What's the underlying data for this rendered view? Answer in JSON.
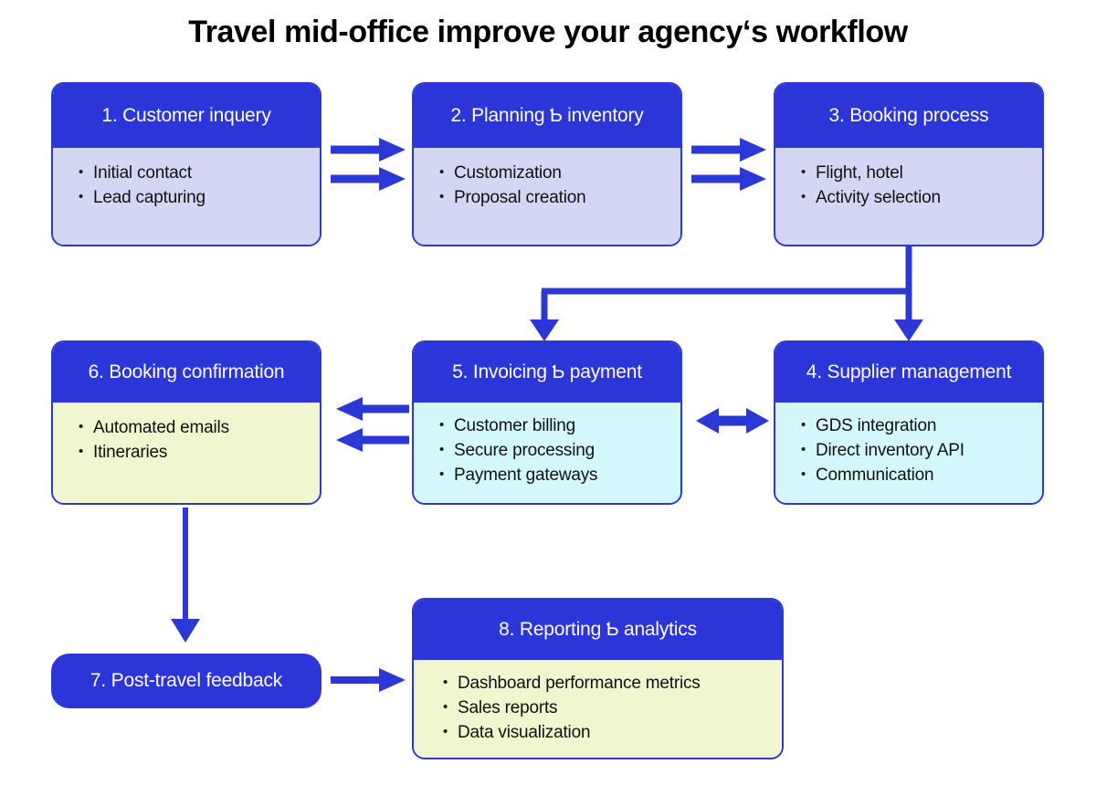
{
  "title": "Travel mid-office improve your agency‘s workflow",
  "theme": {
    "header_blue": "#2b35d8",
    "border_blue": "#2c38d6",
    "arrow_blue": "#2c38d6",
    "body_lavender": "#d3d7f3",
    "body_cyan": "#d4f7fb",
    "body_lime": "#eff6d0",
    "title_color": "#000000",
    "text_color": "#111111",
    "background": "#ffffff"
  },
  "nodes": [
    {
      "id": "customer-inquery",
      "header": "1. Customer inquery",
      "fill": "lavender",
      "items": [
        "Initial contact",
        "Lead capturing"
      ]
    },
    {
      "id": "planning-inventory",
      "header": "2. Planning Ƅ inventory",
      "fill": "lavender",
      "items": [
        "Customization",
        "Proposal creation"
      ]
    },
    {
      "id": "booking-process",
      "header": "3. Booking process",
      "fill": "lavender",
      "items": [
        "Flight, hotel",
        "Activity selection"
      ]
    },
    {
      "id": "supplier-management",
      "header": "4. Supplier management",
      "fill": "cyan",
      "items": [
        "GDS integration",
        "Direct inventory API",
        "Communication"
      ]
    },
    {
      "id": "invoicing-payment",
      "header": "5. Invoicing Ƅ payment",
      "fill": "cyan",
      "items": [
        "Customer billing",
        "Secure processing",
        "Payment gateways"
      ]
    },
    {
      "id": "booking-confirmation",
      "header": "6. Booking confirmation",
      "fill": "lime",
      "items": [
        "Automated emails",
        "Itineraries"
      ]
    },
    {
      "id": "post-travel-feedback",
      "header": "7. Post-travel feedback",
      "fill": "none",
      "items": []
    },
    {
      "id": "reporting-analytics",
      "header": "8. Reporting Ƅ analytics",
      "fill": "lime",
      "items": [
        "Dashboard performance metrics",
        "Sales reports",
        "Data visualization"
      ]
    }
  ],
  "connectors": [
    {
      "id": "arrow-1-to-2-upper",
      "from": "customer-inquery",
      "to": "planning-inventory",
      "kind": "arrow-right"
    },
    {
      "id": "arrow-1-to-2-lower",
      "from": "customer-inquery",
      "to": "planning-inventory",
      "kind": "arrow-right"
    },
    {
      "id": "arrow-2-to-3-upper",
      "from": "planning-inventory",
      "to": "booking-process",
      "kind": "arrow-right"
    },
    {
      "id": "arrow-2-to-3-lower",
      "from": "planning-inventory",
      "to": "booking-process",
      "kind": "arrow-right"
    },
    {
      "id": "connector-3-to-4-and-5",
      "from": "booking-process",
      "to": "supplier-management, invoicing-payment",
      "kind": "split-down"
    },
    {
      "id": "arrow-4-to-5-bidirectional",
      "from": "invoicing-payment",
      "to": "supplier-management",
      "kind": "arrow-double"
    },
    {
      "id": "arrow-5-to-6-upper",
      "from": "invoicing-payment",
      "to": "booking-confirmation",
      "kind": "arrow-left"
    },
    {
      "id": "arrow-5-to-6-lower",
      "from": "invoicing-payment",
      "to": "booking-confirmation",
      "kind": "arrow-left"
    },
    {
      "id": "arrow-6-to-7",
      "from": "booking-confirmation",
      "to": "post-travel-feedback",
      "kind": "arrow-down"
    },
    {
      "id": "arrow-7-to-8",
      "from": "post-travel-feedback",
      "to": "reporting-analytics",
      "kind": "arrow-right"
    }
  ]
}
